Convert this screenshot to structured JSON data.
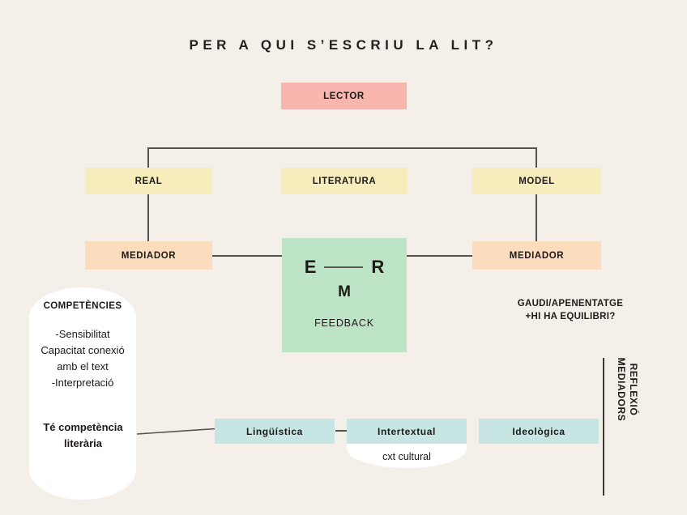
{
  "page": {
    "title": "PER A QUI S’ESCRIU LA LIT?",
    "background_color": "#f4efe9"
  },
  "colors": {
    "lector": "#f8b6ae",
    "yellow": "#f7ecbb",
    "orange": "#fbdcbd",
    "green": "#bde4c6",
    "teal": "#c7e5e3",
    "white": "#ffffff",
    "line": "#55534f",
    "text": "#1d1a18"
  },
  "top": {
    "lector": "LECTOR"
  },
  "middle_row": {
    "real": "REAL",
    "literatura": "LITERATURA",
    "model": "MODEL"
  },
  "mediators": {
    "left": "MEDIADOR",
    "right": "MEDIADOR"
  },
  "feedback": {
    "sender": "E",
    "receiver": "R",
    "message": "M",
    "label": "FEEDBACK"
  },
  "note_right": {
    "line1": "GAUDI/APENENTATGE",
    "line2": "+HI HA EQUILIBRI?"
  },
  "competencies": {
    "title": "COMPETÈNCIES",
    "items_line1": "-Sensibilitat",
    "items_line2": "Capacitat conexió",
    "items_line3": "amb el text",
    "items_line4": "-Interpretació",
    "footer_line1": "Té competència",
    "footer_line2": "literària"
  },
  "competence_types": {
    "linguistica": "Lingüística",
    "intertextual": "Intertextual",
    "ideologica": "Ideològica",
    "cxt_cultural": "cxt cultural"
  },
  "reflection_axis": {
    "line1": "REFLEXIÓ",
    "line2": "MEDIADORS"
  }
}
